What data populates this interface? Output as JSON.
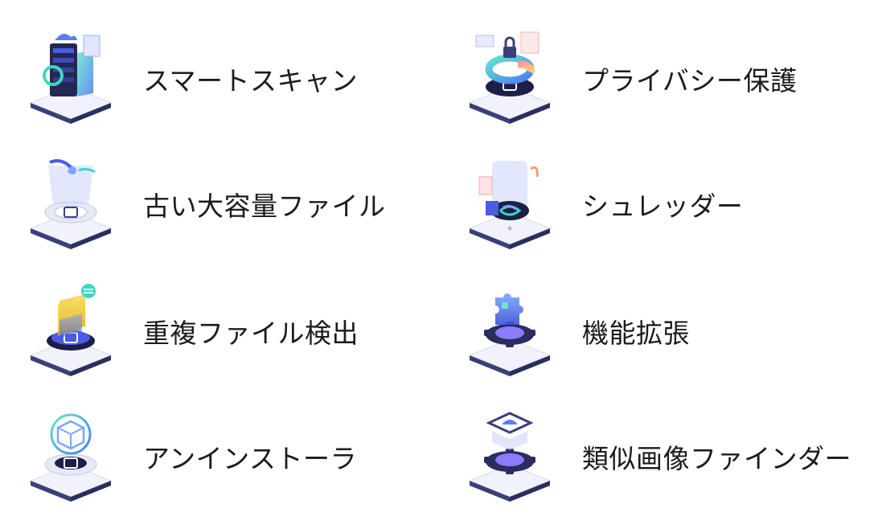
{
  "features": [
    {
      "label": "スマートスキャン",
      "icon": "smart-scan-icon"
    },
    {
      "label": "プライバシー保護",
      "icon": "privacy-protection-icon"
    },
    {
      "label": "古い大容量ファイル",
      "icon": "large-old-files-icon"
    },
    {
      "label": "シュレッダー",
      "icon": "shredder-icon"
    },
    {
      "label": "重複ファイル検出",
      "icon": "duplicate-finder-icon"
    },
    {
      "label": "機能拡張",
      "icon": "extensions-icon"
    },
    {
      "label": "アンインストーラ",
      "icon": "uninstaller-icon"
    },
    {
      "label": "類似画像ファインダー",
      "icon": "similar-photos-icon"
    }
  ],
  "colors": {
    "text": "#1b1b1f",
    "platform_top": "#f1f2fb",
    "platform_edge": "#3a3f7a",
    "accent_blue": "#4a5be6",
    "accent_teal": "#3fd6c2",
    "accent_yellow": "#f3c93b",
    "dark_navy": "#1c2047"
  }
}
